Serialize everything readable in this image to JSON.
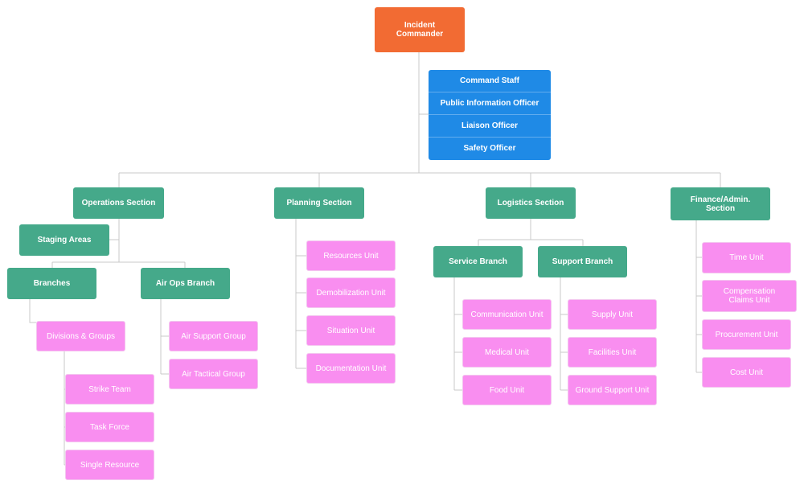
{
  "colors": {
    "commander": "#f26b33",
    "section": "#45a98a",
    "unit": "#f98ef0",
    "staff": "#1f8ae6",
    "connector": "#c8c8c8"
  },
  "commander": {
    "line1": "Incident",
    "line2": "Commander"
  },
  "staff": [
    "Command Staff",
    "Public Information Officer",
    "Liaison Officer",
    "Safety Officer"
  ],
  "operations": {
    "title": "Operations Section",
    "staging": "Staging Areas",
    "branches": "Branches",
    "air_ops": "Air Ops Branch",
    "divisions": "Divisions & Groups",
    "resources": [
      "Strike Team",
      "Task Force",
      "Single Resource"
    ],
    "air_units": [
      "Air Support Group",
      "Air Tactical Group"
    ]
  },
  "planning": {
    "title": "Planning Section",
    "units": [
      "Resources Unit",
      "Demobilization Unit",
      "Situation Unit",
      "Documentation Unit"
    ]
  },
  "logistics": {
    "title": "Logistics Section",
    "service_branch": "Service Branch",
    "support_branch": "Support Branch",
    "service_units": [
      "Communication Unit",
      "Medical Unit",
      "Food Unit"
    ],
    "support_units": [
      "Supply Unit",
      "Facilities Unit",
      "Ground Support Unit"
    ]
  },
  "finance": {
    "line1": "Finance/Admin.",
    "line2": "Section",
    "units": [
      "Time Unit",
      "Compensation Claims Unit",
      "Procurement Unit",
      "Cost Unit"
    ]
  }
}
